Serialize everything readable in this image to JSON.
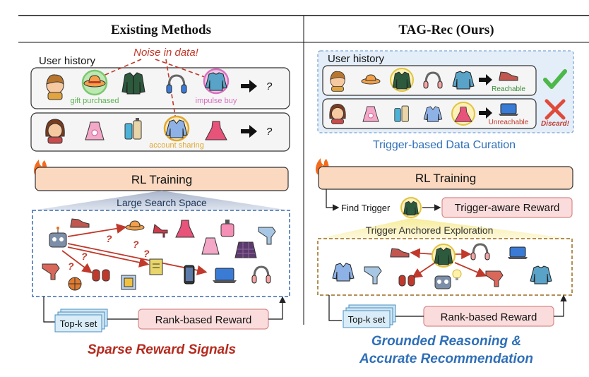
{
  "left": {
    "header": "Existing Methods",
    "user_history_label": "User history",
    "noise_label": "Noise in data!",
    "row1": {
      "items": [
        "user-male",
        "hat",
        "jacket",
        "headphones",
        "sweater"
      ],
      "gift_label": "gift purchased",
      "impulse_label": "impulse buy",
      "unknown": "?"
    },
    "row2": {
      "items": [
        "user-female",
        "baby-dress",
        "toiletries",
        "shirt",
        "dress"
      ],
      "sharing_label": "account sharing",
      "unknown": "?"
    },
    "rl_training": "RL Training",
    "search_space_label": "Large Search Space",
    "search_marks": [
      "?",
      "?",
      "?",
      "?",
      "?"
    ],
    "topk_label": "Top-k set",
    "reward_label": "Rank-based Reward",
    "caption": "Sparse Reward Signals"
  },
  "right": {
    "header": "TAG-Rec (Ours)",
    "user_history_label": "User history",
    "row1": {
      "items": [
        "user-male",
        "hat",
        "jacket",
        "headphones",
        "sweater"
      ],
      "target": "sneakers",
      "status": "Reachable",
      "mark": "check"
    },
    "row2": {
      "items": [
        "user-female",
        "baby-dress",
        "toiletries",
        "shirt",
        "dress"
      ],
      "target": "laptop",
      "status": "Unreachable",
      "discard": "Discard!"
    },
    "curation_label": "Trigger-based Data Curation",
    "rl_training": "RL Training",
    "find_trigger": "Find Trigger",
    "trigger_reward": "Trigger-aware Reward",
    "exploration_label": "Trigger Anchored Exploration",
    "topk_label": "Top-k set",
    "reward_label": "Rank-based Reward",
    "caption_line1": "Grounded Reasoning &",
    "caption_line2": "Accurate Recommendation"
  },
  "colors": {
    "noise_red": "#c0392b",
    "gift_green": "#7cc870",
    "impulse_pink": "#d870c0",
    "sharing_gold": "#e0a830",
    "rl_fill": "#fad9c0",
    "reward_fill": "#fbdcdc",
    "curation_blue": "#2f6fb8",
    "caption_red": "#b52a1e",
    "caption_blue": "#2f6fb8"
  }
}
